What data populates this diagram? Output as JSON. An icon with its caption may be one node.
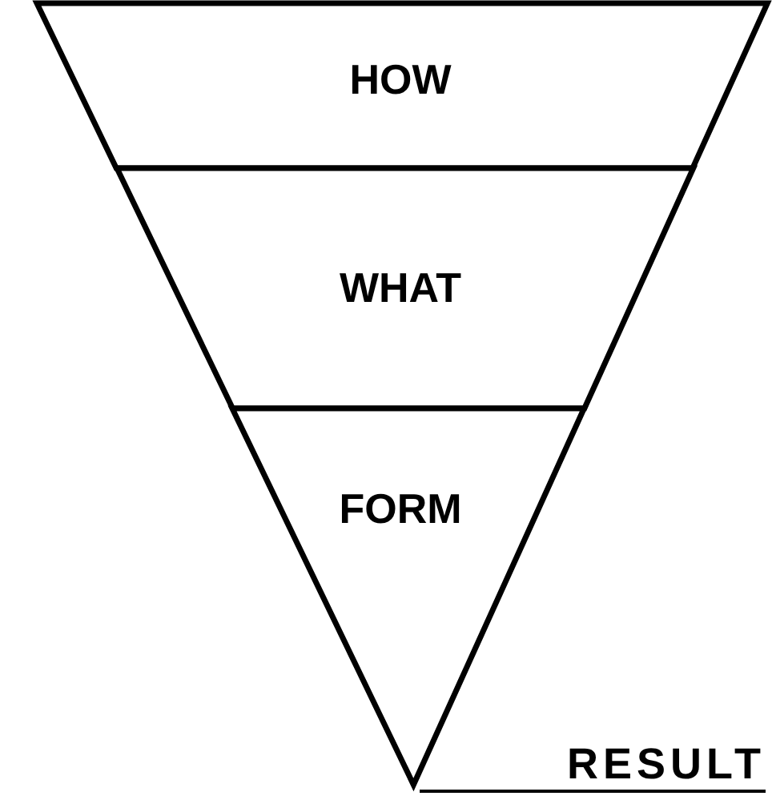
{
  "diagram": {
    "nodes": [
      {
        "text": [
          "HOW"
        ]
      },
      {
        "text": [
          "WHAT"
        ]
      },
      {
        "text": [
          "FORM"
        ]
      }
    ],
    "labels": [
      "RESULT"
    ]
  }
}
